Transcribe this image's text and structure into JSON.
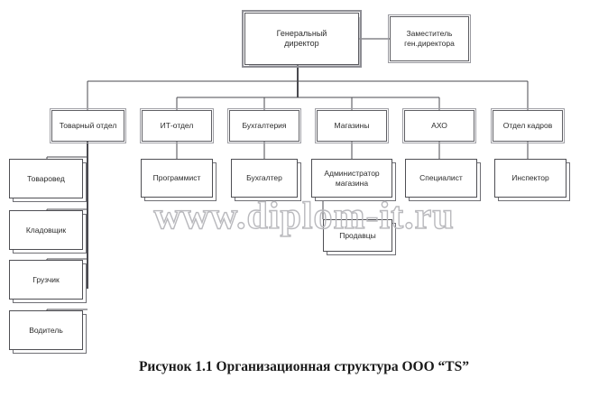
{
  "figure": {
    "caption": "Рисунок 1.1 Организационная структура ООО  “TS”",
    "watermark": "www.diplom-it.ru"
  },
  "chart_data": {
    "type": "diagram",
    "title": "Рисунок 1.1 Организационная структура ООО  “TS”",
    "diagram_kind": "organizational-chart",
    "nodes": [
      {
        "id": "ceo",
        "label": "Генеральный\nдиректор",
        "level": 0
      },
      {
        "id": "deputy",
        "label": "Заместитель\nген.директора",
        "level": 0
      },
      {
        "id": "dept1",
        "label": "Товарный отдел",
        "level": 1
      },
      {
        "id": "dept2",
        "label": "ИТ-отдел",
        "level": 1
      },
      {
        "id": "dept3",
        "label": "Бухгалтерия",
        "level": 1
      },
      {
        "id": "dept4",
        "label": "Магазины",
        "level": 1
      },
      {
        "id": "dept5",
        "label": "АХО",
        "level": 1
      },
      {
        "id": "dept6",
        "label": "Отдел кадров",
        "level": 1
      },
      {
        "id": "tovaroved",
        "label": "Товаровед",
        "level": 2
      },
      {
        "id": "kladovshik",
        "label": "Кладовщик",
        "level": 2
      },
      {
        "id": "gruzchik",
        "label": "Грузчик",
        "level": 2
      },
      {
        "id": "voditel",
        "label": "Водитель",
        "level": 2
      },
      {
        "id": "programmist",
        "label": "Программист",
        "level": 2
      },
      {
        "id": "buhgalter",
        "label": "Бухгалтер",
        "level": 2
      },
      {
        "id": "admin",
        "label": "Администратор\nмагазина",
        "level": 2
      },
      {
        "id": "prodavcy",
        "label": "Продавцы",
        "level": 3
      },
      {
        "id": "specialist",
        "label": "Специалист",
        "level": 2
      },
      {
        "id": "inspektor",
        "label": "Инспектор",
        "level": 2
      }
    ],
    "edges": [
      {
        "from": "ceo",
        "to": "deputy"
      },
      {
        "from": "ceo",
        "to": "dept1"
      },
      {
        "from": "ceo",
        "to": "dept2"
      },
      {
        "from": "ceo",
        "to": "dept3"
      },
      {
        "from": "ceo",
        "to": "dept4"
      },
      {
        "from": "ceo",
        "to": "dept5"
      },
      {
        "from": "ceo",
        "to": "dept6"
      },
      {
        "from": "dept1",
        "to": "tovaroved"
      },
      {
        "from": "dept1",
        "to": "kladovshik"
      },
      {
        "from": "dept1",
        "to": "gruzchik"
      },
      {
        "from": "dept1",
        "to": "voditel"
      },
      {
        "from": "dept2",
        "to": "programmist"
      },
      {
        "from": "dept3",
        "to": "buhgalter"
      },
      {
        "from": "dept4",
        "to": "admin"
      },
      {
        "from": "admin",
        "to": "prodavcy"
      },
      {
        "from": "dept5",
        "to": "specialist"
      },
      {
        "from": "dept6",
        "to": "inspektor"
      }
    ]
  },
  "nodes": {
    "ceo": {
      "line1": "Генеральный",
      "line2": "директор"
    },
    "deputy": {
      "line1": "Заместитель",
      "line2": "ген.директора"
    },
    "dept1": {
      "label": "Товарный отдел"
    },
    "dept2": {
      "label": "ИТ-отдел"
    },
    "dept3": {
      "label": "Бухгалтерия"
    },
    "dept4": {
      "label": "Магазины"
    },
    "dept5": {
      "label": "АХО"
    },
    "dept6": {
      "label": "Отдел кадров"
    },
    "tovaroved": {
      "label": "Товаровед"
    },
    "kladovshik": {
      "label": "Кладовщик"
    },
    "gruzchik": {
      "label": "Грузчик"
    },
    "voditel": {
      "label": "Водитель"
    },
    "programmist": {
      "label": "Программист"
    },
    "buhgalter": {
      "label": "Бухгалтер"
    },
    "admin": {
      "line1": "Администратор",
      "line2": "магазина"
    },
    "prodavcy": {
      "label": "Продавцы"
    },
    "specialist": {
      "label": "Специалист"
    },
    "inspektor": {
      "label": "Инспектор"
    }
  },
  "colors": {
    "box_border": "#4f4f54",
    "line": "#4a4a4f",
    "text": "#2b2b2b",
    "watermark": "#b9b9bd",
    "background": "#ffffff"
  },
  "caption": {
    "text": "Рисунок 1.1 Организационная структура ООО  “TS”"
  }
}
